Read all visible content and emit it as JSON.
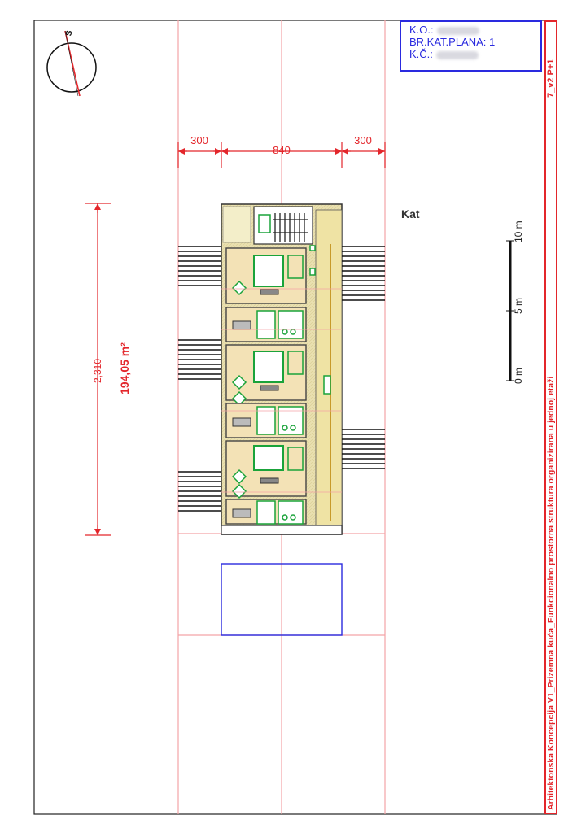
{
  "north_label": "S",
  "dimensions": {
    "top_left": "300",
    "top_middle": "840",
    "top_right": "300",
    "left_length": "2,310",
    "area": "194,05 m²"
  },
  "floor_label": "Kat",
  "scale_bar": {
    "labels": [
      "0 m",
      "5 m",
      "10 m"
    ]
  },
  "info_box": {
    "ko_label": "K.O.:",
    "plan_label": "BR.KAT.PLANA: 1",
    "kc_label": "K.Č.:"
  },
  "title_block": {
    "sheet_code": "7_v2 P+1",
    "title": "Arhitektonska Koncepcija V1_Prizemna kuća_Funkcionalno prostorna struktura organizirana u jednoj etaži"
  },
  "colors": {
    "red": "#e3262b",
    "blue": "#2a2adf",
    "light_red": "#f4a3a6",
    "green": "#1aa33a",
    "floor": "#e9e0b0"
  }
}
